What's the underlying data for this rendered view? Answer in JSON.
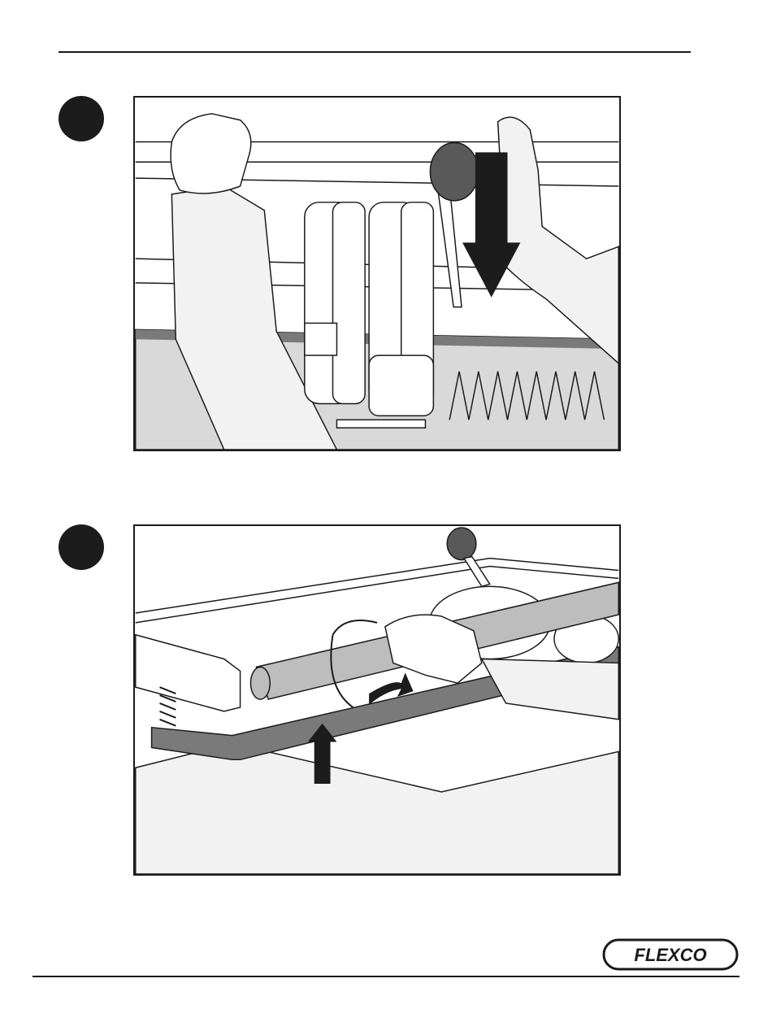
{
  "steps": [
    {
      "illustration": "sharpener-lever-pull-down",
      "arrow": "down"
    },
    {
      "illustration": "belt-rod-rotate-lift",
      "arrow": "up"
    }
  ],
  "brand": {
    "logo": "FLEXCO"
  },
  "colors": {
    "ink": "#1a1a1a",
    "panel_gray": "#d9d9d9",
    "dark_gray": "#7a7a7a",
    "background": "#ffffff"
  }
}
